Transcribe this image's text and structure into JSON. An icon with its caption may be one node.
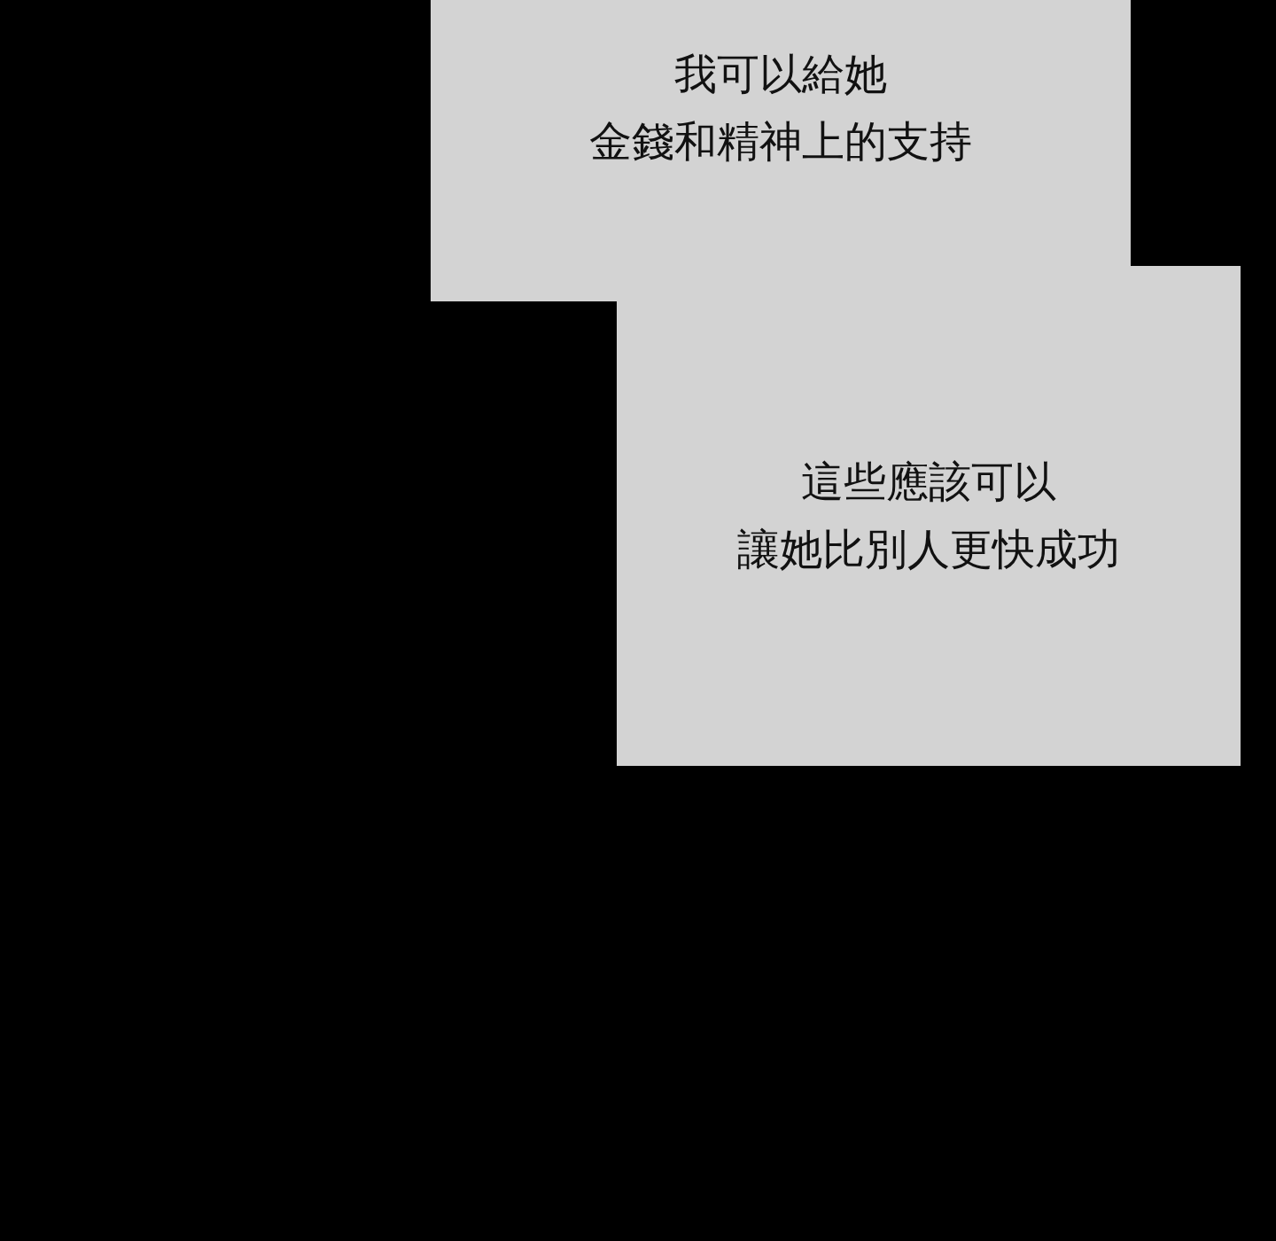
{
  "diagram": {
    "nodes": [
      {
        "text": [
          "我可以給她",
          "金錢和精神上的支持"
        ]
      },
      {
        "text": [
          "這些應該可以",
          "讓她比別人更快成功"
        ]
      }
    ]
  }
}
